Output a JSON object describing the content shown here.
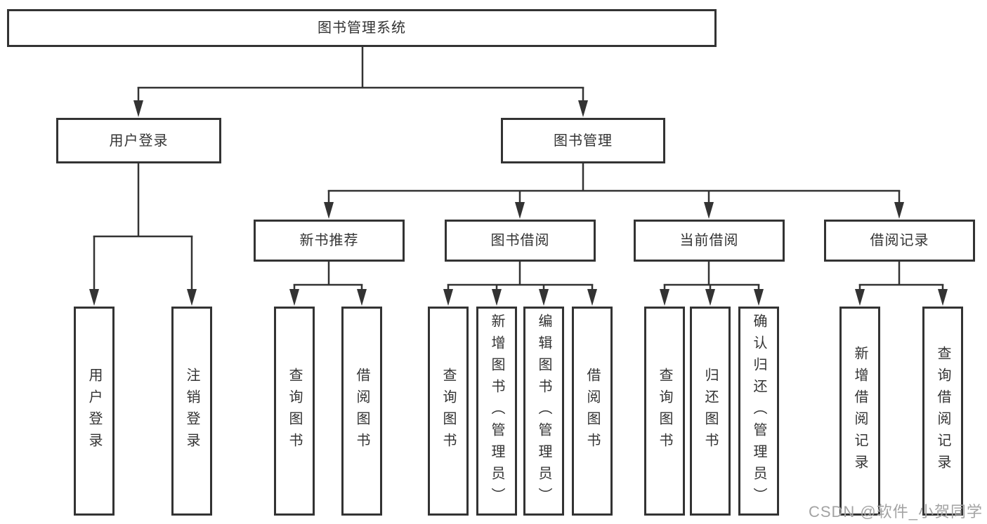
{
  "root": {
    "label": "图书管理系统"
  },
  "level2": [
    {
      "label": "用户登录",
      "parent": "图书管理系统"
    },
    {
      "label": "图书管理",
      "parent": "图书管理系统"
    }
  ],
  "level3": [
    {
      "label": "新书推荐",
      "parent": "图书管理"
    },
    {
      "label": "图书借阅",
      "parent": "图书管理"
    },
    {
      "label": "当前借阅",
      "parent": "图书管理"
    },
    {
      "label": "借阅记录",
      "parent": "图书管理"
    }
  ],
  "leaves": [
    {
      "label": "用户登录",
      "parent": "用户登录"
    },
    {
      "label": "注销登录",
      "parent": "用户登录"
    },
    {
      "label": "查询图书",
      "parent": "新书推荐"
    },
    {
      "label": "借阅图书",
      "parent": "新书推荐"
    },
    {
      "label": "查询图书",
      "parent": "图书借阅"
    },
    {
      "label": "新增图书（管理员）",
      "parent": "图书借阅"
    },
    {
      "label": "编辑图书（管理员）",
      "parent": "图书借阅"
    },
    {
      "label": "借阅图书",
      "parent": "图书借阅"
    },
    {
      "label": "查询图书",
      "parent": "当前借阅"
    },
    {
      "label": "归还图书",
      "parent": "当前借阅"
    },
    {
      "label": "确认归还（管理员）",
      "parent": "当前借阅"
    },
    {
      "label": "新增借阅记录",
      "parent": "借阅记录"
    },
    {
      "label": "查询借阅记录",
      "parent": "借阅记录"
    }
  ],
  "watermark": {
    "text": "CSDN @软件_小贺同学"
  },
  "colors": {
    "line": "#333333",
    "box_border": "#333333",
    "box_fill": "#ffffff",
    "text": "#333333",
    "watermark": "#a3a3a3",
    "background": "#ffffff"
  }
}
